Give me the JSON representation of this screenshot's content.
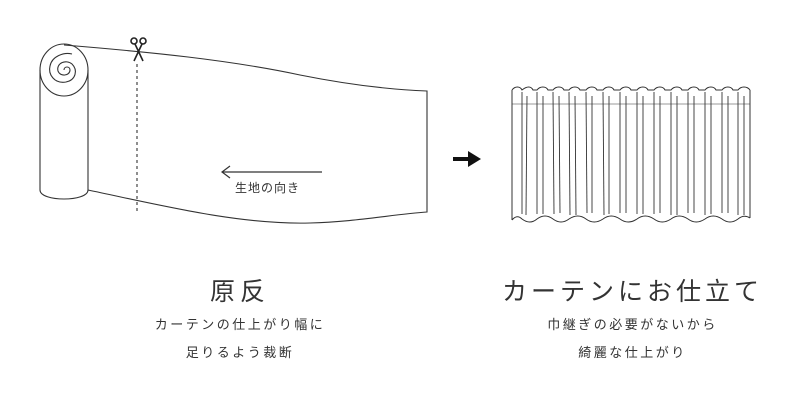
{
  "left_panel": {
    "direction_label": "生地の向き",
    "title": "原反",
    "desc_lines": [
      "カーテンの仕上がり幅に",
      "足りるよう裁断"
    ]
  },
  "right_panel": {
    "title": "カーテンにお仕立て",
    "desc_lines": [
      "巾継ぎの必要がないから",
      "綺麗な仕上がり"
    ]
  },
  "icons": {
    "scissors": "scissors-icon",
    "arrow": "arrow-right-icon",
    "fabric_direction_arrow": "arrow-left-icon"
  }
}
